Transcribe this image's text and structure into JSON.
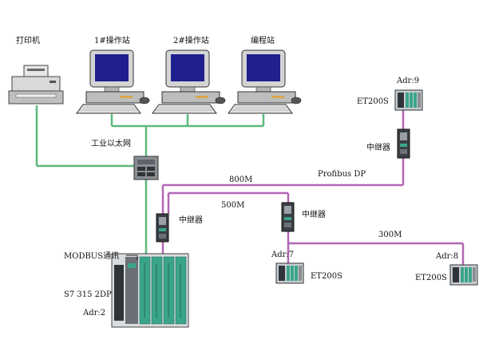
{
  "labels": {
    "printer": "打印机",
    "station1": "1#操作站",
    "station2": "2#操作站",
    "programming": "编程站",
    "ethernet": "工业以太网",
    "profibus": "Profibus DP",
    "link_800m": "800M",
    "link_500m": "500M",
    "link_300m": "300M",
    "repeater_top": "中继器",
    "repeater_left": "中继器",
    "repeater_mid": "中继器",
    "modbus": "MODBUS通讯",
    "plc_model": "S7 315 2DP",
    "plc_addr": "Adr:2",
    "et200_top_addr": "Adr:9",
    "et200_top": "ET200S",
    "et200_a7_addr": "Adr:7",
    "et200_a7": "ET200S",
    "et200_a8_addr": "Adr:8",
    "et200_a8": "ET200S"
  },
  "colors": {
    "ethernet_line": "#5cb87a",
    "profibus_line": "#b267b5",
    "monitor_screen": "#1f1f8f",
    "plc_module": "#3aa58a"
  }
}
